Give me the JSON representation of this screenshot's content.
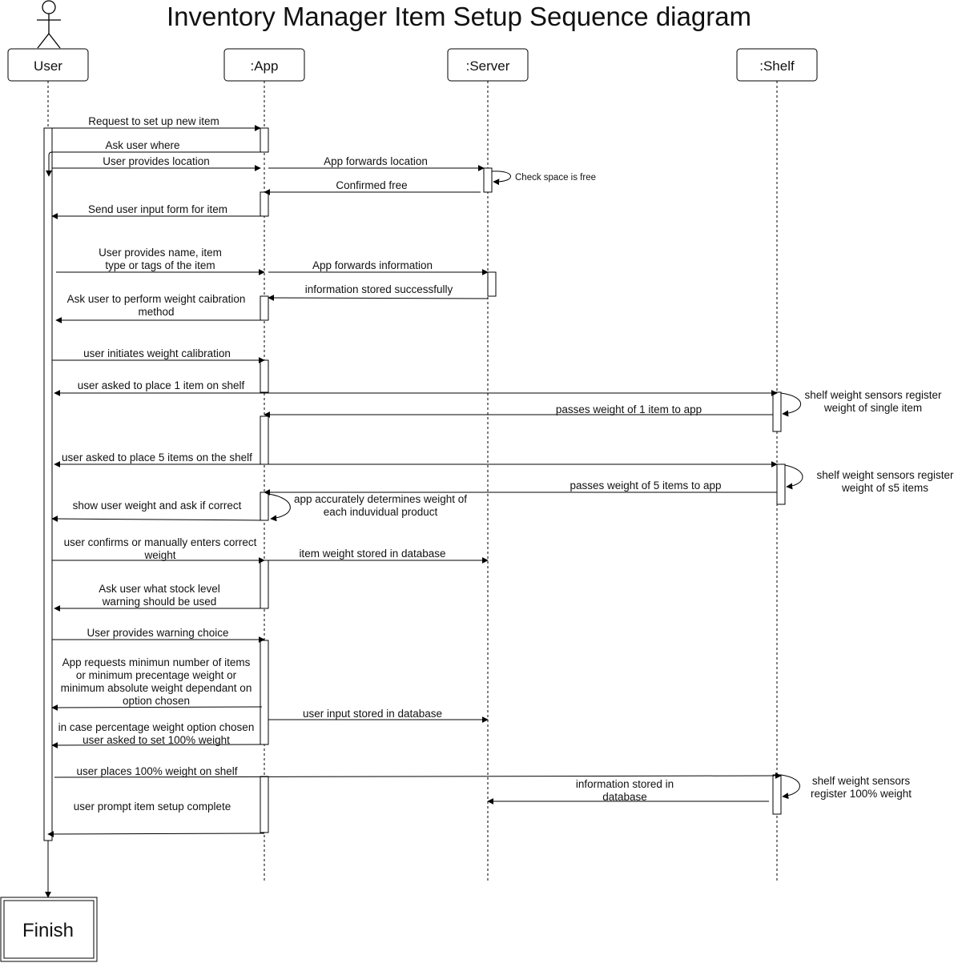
{
  "title": "Inventory Manager Item Setup Sequence diagram",
  "participants": [
    {
      "id": "user",
      "label": "User"
    },
    {
      "id": "app",
      "label": ":App"
    },
    {
      "id": "server",
      "label": ":Server"
    },
    {
      "id": "shelf",
      "label": ":Shelf"
    }
  ],
  "final_label": "Finish",
  "messages": [
    {
      "lines": [
        "Request to set up new item"
      ]
    },
    {
      "lines": [
        "Ask user where"
      ]
    },
    {
      "lines": [
        "User provides location"
      ]
    },
    {
      "lines": [
        "App forwards location"
      ]
    },
    {
      "lines": [
        "Check space is free"
      ]
    },
    {
      "lines": [
        "Confirmed free"
      ]
    },
    {
      "lines": [
        "Send user input form for item"
      ]
    },
    {
      "lines": [
        "User provides name, item",
        "type or tags of the item"
      ]
    },
    {
      "lines": [
        "App forwards information"
      ]
    },
    {
      "lines": [
        "information stored successfully"
      ]
    },
    {
      "lines": [
        "Ask user to perform weight caibration",
        "method"
      ]
    },
    {
      "lines": [
        "user initiates weight calibration"
      ]
    },
    {
      "lines": [
        "user asked to place 1 item on shelf"
      ]
    },
    {
      "lines": [
        "shelf weight sensors register",
        "weight of single item"
      ]
    },
    {
      "lines": [
        "passes weight of 1 item to app"
      ]
    },
    {
      "lines": [
        "user asked to place 5 items on the shelf"
      ]
    },
    {
      "lines": [
        "shelf weight sensors register",
        "weight of s5 items"
      ]
    },
    {
      "lines": [
        "passes weight of 5 items to app"
      ]
    },
    {
      "lines": [
        "app accurately determines weight of",
        "each induvidual product"
      ]
    },
    {
      "lines": [
        "show user weight and ask if correct"
      ]
    },
    {
      "lines": [
        "user confirms or manually enters correct",
        "weight"
      ]
    },
    {
      "lines": [
        "item weight stored in database"
      ]
    },
    {
      "lines": [
        "Ask user what stock level",
        "warning should be used"
      ]
    },
    {
      "lines": [
        "User provides warning choice"
      ]
    },
    {
      "lines": [
        "App requests minimun number of items",
        "or minimum precentage weight or",
        "minimum absolute weight dependant on",
        "option chosen"
      ]
    },
    {
      "lines": [
        "user input stored in database"
      ]
    },
    {
      "lines": [
        "in case percentage weight option chosen",
        "user asked to set 100% weight"
      ]
    },
    {
      "lines": [
        "user places 100% weight on shelf"
      ]
    },
    {
      "lines": [
        "shelf weight sensors",
        "register 100% weight"
      ]
    },
    {
      "lines": [
        "information stored in",
        "database"
      ]
    },
    {
      "lines": [
        "user prompt item setup complete"
      ]
    }
  ]
}
